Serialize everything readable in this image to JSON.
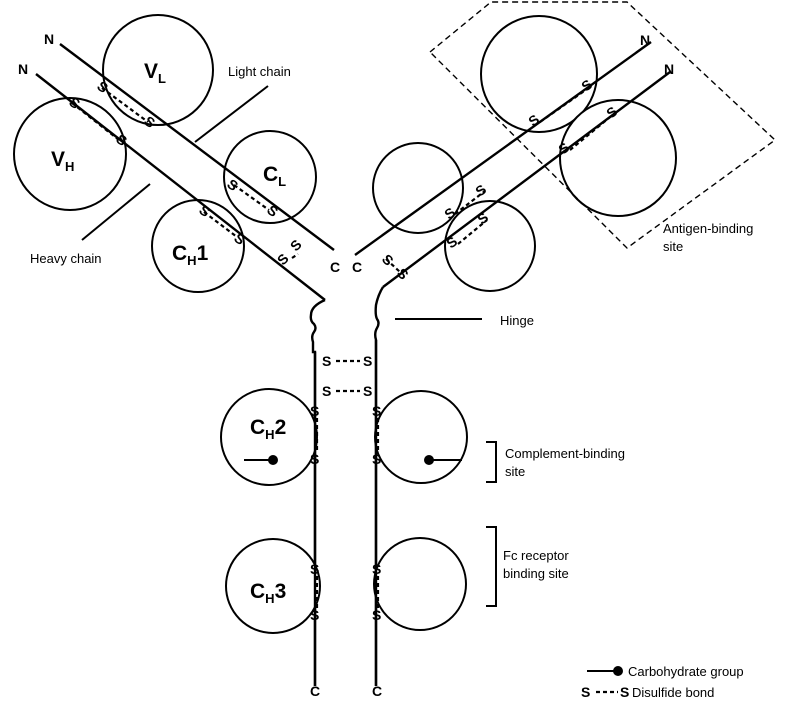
{
  "labels": {
    "light_chain": "Light chain",
    "heavy_chain": "Heavy chain",
    "antigen_binding_1": "Antigen-binding",
    "antigen_binding_2": "site",
    "hinge": "Hinge",
    "complement_1": "Complement-binding",
    "complement_2": "site",
    "fc_1": "Fc receptor",
    "fc_2": "binding site"
  },
  "domains": {
    "vl_main": "V",
    "vl_sub": "L",
    "vh_main": "V",
    "vh_sub": "H",
    "cl_main": "C",
    "cl_sub": "L",
    "ch1_main": "C",
    "ch1_sub": "H",
    "ch1_num": "1",
    "ch2_main": "C",
    "ch2_sub": "H",
    "ch2_num": "2",
    "ch3_main": "C",
    "ch3_sub": "H",
    "ch3_num": "3"
  },
  "termini": {
    "n": "N",
    "c": "C"
  },
  "sulfur": "S",
  "legend": {
    "carbohydrate": "Carbohydrate group",
    "disulfide_s1": "S",
    "disulfide_s2": "S",
    "disulfide": "Disulfide bond"
  }
}
